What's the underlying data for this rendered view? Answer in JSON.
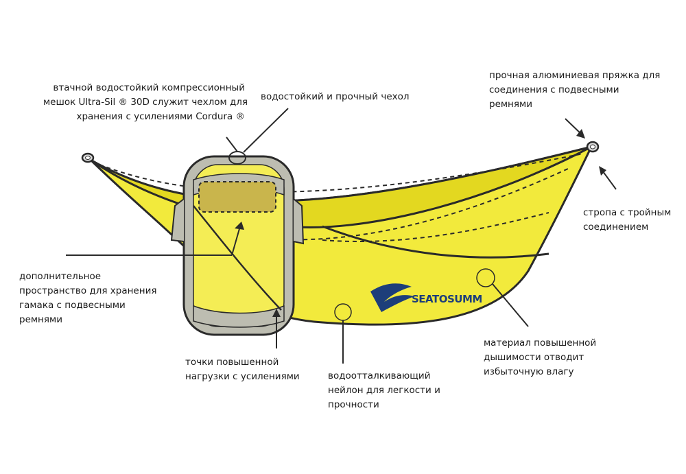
{
  "diagram": {
    "brand_text": "SEATOSUMM",
    "colors": {
      "hammock": "#f2ea3c",
      "hammock_dark": "#e3d820",
      "bag": "#f4ed55",
      "bag_trim": "#bdbdb1",
      "pocket": "#c9b54c",
      "outline": "#2a2a2a",
      "brand": "#1d3e7a"
    },
    "labels": {
      "compression_bag": [
        "втачной водостойкий компрессионный",
        "мешок Ultra-Sil ® 30D служит чехлом для",
        "хранения с усилениями Cordura ®"
      ],
      "cover": [
        "водостойкий и прочный чехол"
      ],
      "buckle": [
        "прочная алюминиевая пряжка для",
        "соединения с подвесными",
        "ремнями"
      ],
      "triple_strap": [
        "стропа с тройным",
        "соединением"
      ],
      "extra_storage": [
        "дополнительное",
        "пространство для хранения",
        "гамака с подвесными",
        "ремнями"
      ],
      "stress_points": [
        "точки повышенной",
        "нагрузки с усилениями"
      ],
      "nylon": [
        "водоотталкивающий",
        "нейлон для легкости и",
        "прочности"
      ],
      "breathable": [
        "материал повышенной",
        "дышимости отводит",
        "избыточную влагу"
      ]
    }
  }
}
